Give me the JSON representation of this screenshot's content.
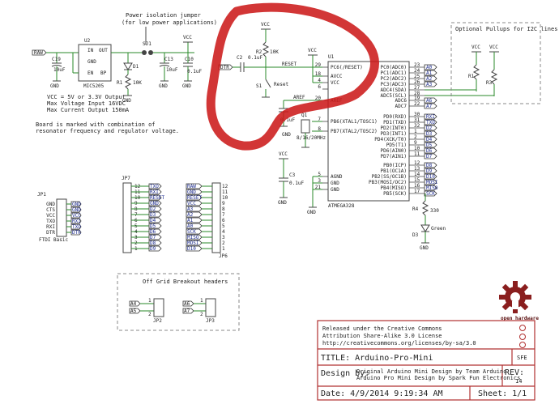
{
  "power": {
    "raw_label": "RAW",
    "u2_ref": "U2",
    "u2_part": "MIC5205",
    "u2_pins": [
      "IN",
      "GND",
      "EN",
      "OUT",
      "BP"
    ],
    "c19": {
      "ref": "C19",
      "value": "10uF"
    },
    "d1": {
      "ref": "D1"
    },
    "r1": {
      "ref": "R1",
      "value": "10K"
    },
    "sj1": "SJ1",
    "c13": {
      "ref": "C13",
      "value": "10uF"
    },
    "c10": {
      "ref": "C10",
      "value": "0.1uF"
    },
    "vcc": "VCC",
    "gnd": "GND",
    "jumper_note_1": "Power isolation jumper",
    "jumper_note_2": "(for low power applications)",
    "notes": [
      "VCC = 5V or 3.3V Output",
      "Max Voltage Input 16VDC",
      "Max Current Output 150mA"
    ],
    "board_note_1": "Board is marked with combination of",
    "board_note_2": "resonator frequency and regulator voltage."
  },
  "reset": {
    "dtr": "DTR",
    "c2": {
      "ref": "C2",
      "value": "0.1uF"
    },
    "r2": {
      "ref": "R2",
      "value": "10K"
    },
    "s1": {
      "ref": "S1",
      "label": "Reset"
    },
    "reset_net": "RESET",
    "aref": "AREF",
    "c11": "0.1uF",
    "q1": {
      "ref": "Q1",
      "value": "8/16/20MHz"
    }
  },
  "mcu": {
    "ref": "U1",
    "part": "ATMEGA328",
    "left_pins": [
      {
        "num": "29",
        "name": "PC6(/RESET)"
      },
      {
        "num": "18",
        "name": "AVCC"
      },
      {
        "num": "4",
        "name": "VCC"
      },
      {
        "num": "6",
        "name": ""
      },
      {
        "num": "20",
        "name": "AREF"
      },
      {
        "num": "7",
        "name": "PB6(XTAL1/TOSC1)"
      },
      {
        "num": "8",
        "name": "PB7(XTAL2/TOSC2)"
      },
      {
        "num": "5",
        "name": "AGND"
      },
      {
        "num": "3",
        "name": "GND"
      },
      {
        "num": "21",
        "name": "GND"
      }
    ],
    "right_pins": [
      {
        "num": "23",
        "name": "PC0(ADC0)",
        "net": "A0"
      },
      {
        "num": "24",
        "name": "PC1(ADC1)",
        "net": "A1"
      },
      {
        "num": "25",
        "name": "PC2(ADC2)",
        "net": "A2"
      },
      {
        "num": "26",
        "name": "PC3(ADC3)",
        "net": "A3"
      },
      {
        "num": "27",
        "name": "ADC4(SDA)",
        "net": ""
      },
      {
        "num": "28",
        "name": "ADC5(SCL)",
        "net": ""
      },
      {
        "num": "19",
        "name": "ADC6",
        "net": "A6"
      },
      {
        "num": "22",
        "name": "ADC7",
        "net": "A7"
      },
      {
        "num": "30",
        "name": "PD0(RXD)",
        "net": "RXI"
      },
      {
        "num": "31",
        "name": "PD1(TXD)",
        "net": "TXO"
      },
      {
        "num": "32",
        "name": "PD2(INT0)",
        "net": "D2"
      },
      {
        "num": "1",
        "name": "PD3(INT1)",
        "net": "D3"
      },
      {
        "num": "2",
        "name": "PD4(XCK/T0)",
        "net": "D4"
      },
      {
        "num": "9",
        "name": "PD5(T1)",
        "net": "D5"
      },
      {
        "num": "10",
        "name": "PD6(AIN0)",
        "net": "D6"
      },
      {
        "num": "11",
        "name": "PD7(AIN1)",
        "net": "D7"
      },
      {
        "num": "12",
        "name": "PB0(ICP)",
        "net": "D8"
      },
      {
        "num": "13",
        "name": "PB1(OC1A)",
        "net": "D9"
      },
      {
        "num": "14",
        "name": "PB2(SS/OC1B)",
        "net": "D10"
      },
      {
        "num": "15",
        "name": "PB3(MOSI/OC2)",
        "net": "MOSI"
      },
      {
        "num": "16",
        "name": "PB4(MISO)",
        "net": "MISO"
      },
      {
        "num": "17",
        "name": "PB5(SCK)",
        "net": "SCK"
      }
    ]
  },
  "pullups": {
    "title": "Optional Pullups for I2C lines",
    "vcc": "VCC",
    "r1": "R1",
    "r3": "R3"
  },
  "led": {
    "r4": "R4",
    "value": "330",
    "d3": "D3",
    "color": "Green"
  },
  "jp1": {
    "ref": "JP1",
    "caption": "FTDI Basic",
    "pins": [
      "GND",
      "CTS",
      "VCC",
      "TXO",
      "RXI",
      "DTR"
    ],
    "nets": [
      "GND",
      "GND",
      "VCC",
      "RXI",
      "TXO",
      "DTR"
    ]
  },
  "jp7": {
    "ref": "JP7",
    "pins": [
      "12",
      "11",
      "10",
      "9",
      "8",
      "7",
      "6",
      "5",
      "4",
      "3",
      "2",
      "1"
    ],
    "nets": [
      "TXO",
      "RXI",
      "RESET",
      "GND",
      "D2",
      "D3",
      "D4",
      "D5",
      "D6",
      "D7",
      "D8",
      "D9"
    ]
  },
  "jp6": {
    "ref": "JP6",
    "pins": [
      "12",
      "11",
      "10",
      "9",
      "8",
      "7",
      "6",
      "5",
      "4",
      "3",
      "2",
      "1"
    ],
    "nets": [
      "RAW",
      "GND",
      "RESET",
      "VCC",
      "A3",
      "A2",
      "A1",
      "A0",
      "SCK",
      "MISO",
      "MOSI",
      "D10"
    ]
  },
  "breakout": {
    "title": "Off Grid Breakout headers",
    "jp2": {
      "ref": "JP2",
      "nets": [
        "A4",
        "A5"
      ],
      "pins": [
        "1",
        "2"
      ]
    },
    "jp3": {
      "ref": "JP3",
      "nets": [
        "A6",
        "A7"
      ],
      "pins": [
        "1",
        "2"
      ]
    }
  },
  "logo": {
    "text": "open hardware"
  },
  "license": {
    "line1": "Released under the Creative Commons",
    "line2": "Attribution Share-Alike 3.0 License",
    "line3": "http://creativecommons.org/licenses/by-sa/3.0"
  },
  "titleblock": {
    "title": "TITLE: Arduino-Pro-Mini",
    "sfe": "SFE",
    "design_label": "Design by:",
    "design_line1": "Original Arduino Mini Design by Team Arduino",
    "design_line2": "Arduino Pro Mini Design by Spark Fun Electronics",
    "rev_label": "REV:",
    "rev_value": "14",
    "date": "Date: 4/9/2014 9:19:34 AM",
    "sheet": "Sheet: 1/1"
  },
  "colors": {
    "wire": "#2a8a2a",
    "label": "#1e2d8f",
    "annotation": "#cc1a1a",
    "titleblock": "#b03030"
  }
}
